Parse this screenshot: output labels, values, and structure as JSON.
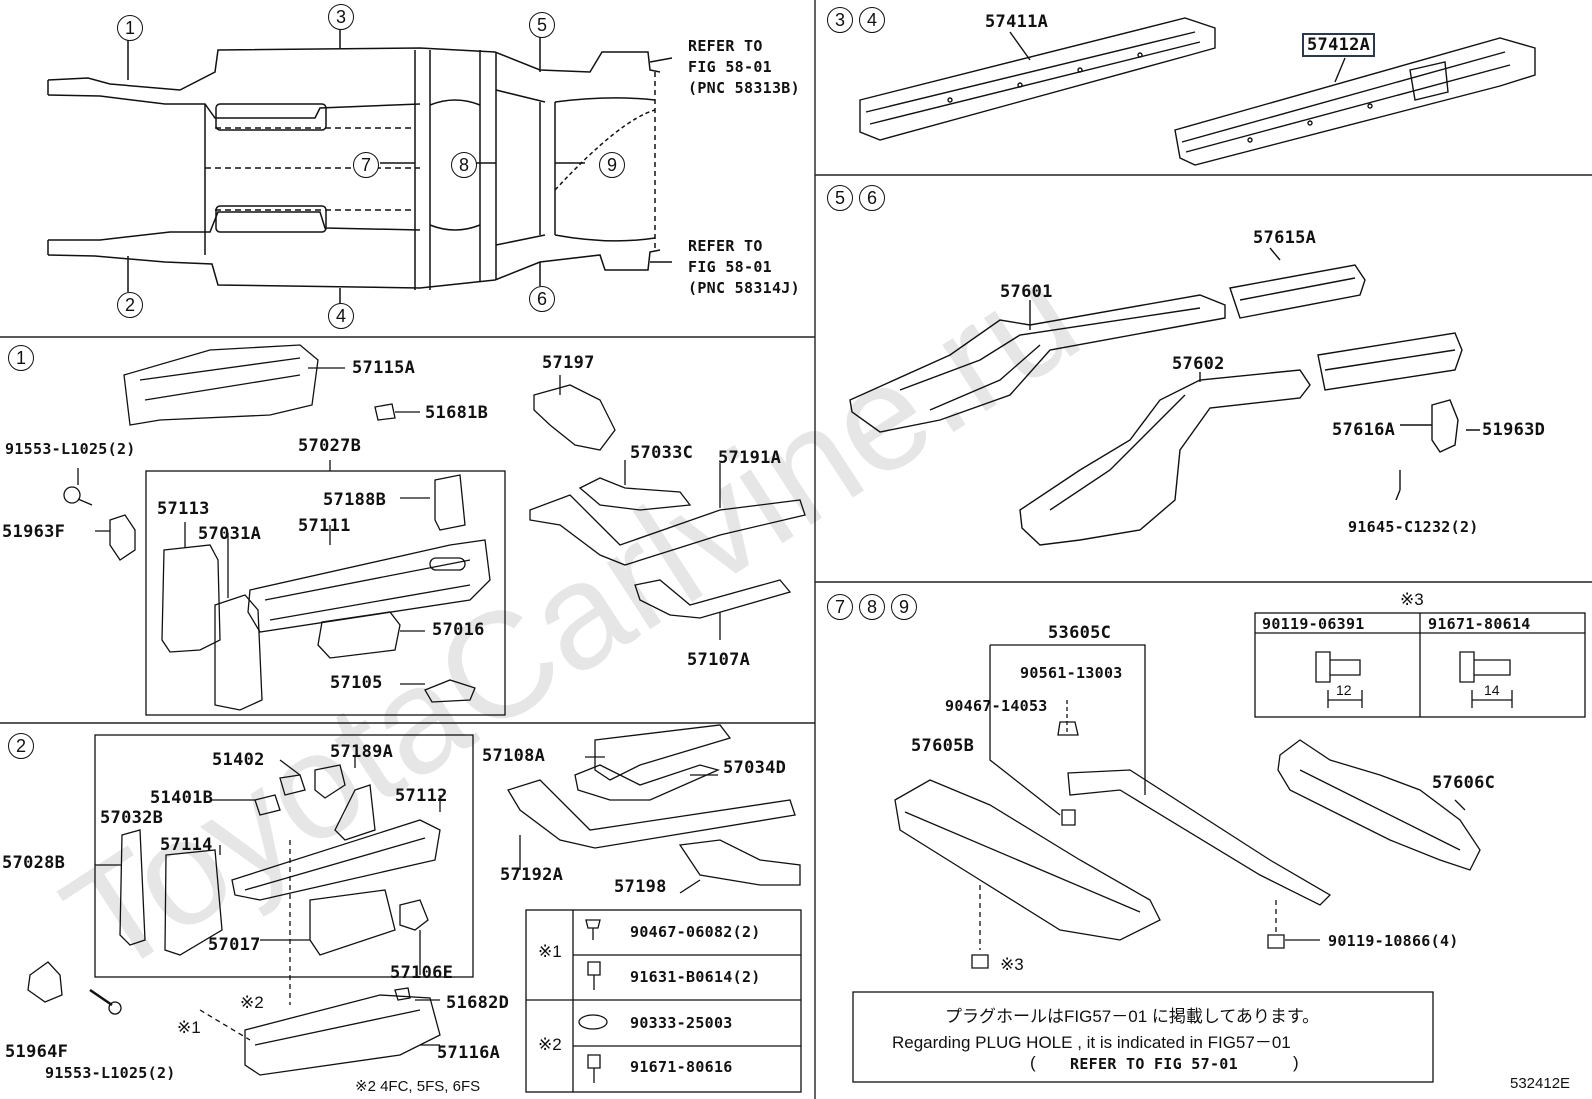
{
  "figure_code": "532412E",
  "index": {
    "c1": "1",
    "c2": "2",
    "c3": "3",
    "c4": "4",
    "c5": "5",
    "c6": "6",
    "c7": "7",
    "c8": "8",
    "c9": "9",
    "refer_top_line1": "REFER TO",
    "refer_top_line2": "FIG 58-01",
    "refer_top_line3": "(PNC 58313B)",
    "refer_bot_line1": "REFER TO",
    "refer_bot_line2": "FIG 58-01",
    "refer_bot_line3": "(PNC 58314J)"
  },
  "sec34": {
    "c3": "3",
    "c4": "4",
    "p1": "57411A",
    "p2": "57412A"
  },
  "sec56": {
    "c5": "5",
    "c6": "6",
    "p57615A": "57615A",
    "p57601": "57601",
    "p57602": "57602",
    "p57616A": "57616A",
    "p51963D": "51963D",
    "p91645": "91645-C1232(2)"
  },
  "sec1": {
    "c1": "1",
    "p57115A": "57115A",
    "p51681B": "51681B",
    "p57197": "57197",
    "p91553": "91553-L1025(2)",
    "p57027B": "57027B",
    "p57033C": "57033C",
    "p57191A": "57191A",
    "p57113": "57113",
    "p57188B": "57188B",
    "p51963F": "51963F",
    "p57031A": "57031A",
    "p57111": "57111",
    "p57016": "57016",
    "p57105": "57105",
    "p57107A": "57107A"
  },
  "sec2": {
    "c2": "2",
    "p51402": "51402",
    "p57189A": "57189A",
    "p57108A": "57108A",
    "p57034D": "57034D",
    "p51401B": "51401B",
    "p57112": "57112",
    "p57032B": "57032B",
    "p57114": "57114",
    "p57028B": "57028B",
    "p57192A": "57192A",
    "p57198": "57198",
    "p57017": "57017",
    "p57106E": "57106E",
    "p51682D": "51682D",
    "p57116A": "57116A",
    "p51964F": "51964F",
    "p91553b": "91553-L1025(2)",
    "mark2": "※2",
    "mark1": "※1",
    "note2": "※2 4FC, 5FS, 6FS"
  },
  "legend": {
    "m1": "※1",
    "m2": "※2",
    "r1": "90467-06082(2)",
    "r2": "91631-B0614(2)",
    "r3": "90333-25003",
    "r4": "91671-80616"
  },
  "sec789": {
    "c7": "7",
    "c8": "8",
    "c9": "9",
    "p53605C": "53605C",
    "p90561": "90561-13003",
    "p90467": "90467-14053",
    "p57605B": "57605B",
    "p57606C": "57606C",
    "p90119": "90119-10866(4)",
    "mark3": "※3"
  },
  "bolt_table": {
    "mark": "※3",
    "col1": "90119-06391",
    "col2": "91671-80614",
    "dim1": "12",
    "dim2": "14"
  },
  "plug_note": {
    "jp": "プラグホールはFIG57－01 に掲載してあります。",
    "en": "Regarding  PLUG HOLE , it is indicated  in FIG57－01",
    "ref_open": "(",
    "ref": "REFER TO FIG 57-01",
    "ref_close": ")"
  }
}
